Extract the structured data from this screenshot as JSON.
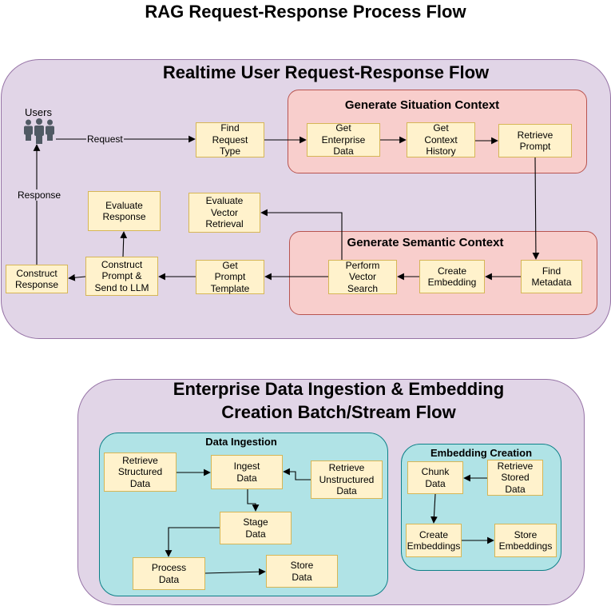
{
  "title": "RAG Request-Response Process Flow",
  "realtime": {
    "title": "Realtime User Request-Response Flow",
    "users_label": "Users",
    "request_label": "Request",
    "response_label": "Response",
    "situation_title": "Generate Situation Context",
    "semantic_title": "Generate Semantic Context",
    "nodes": {
      "find_request_type": "Find\nRequest\nType",
      "get_enterprise_data": "Get\nEnterprise\nData",
      "get_context_history": "Get\nContext\nHistory",
      "retrieve_prompt": "Retrieve\nPrompt",
      "find_metadata": "Find\nMetadata",
      "create_embedding": "Create\nEmbedding",
      "perform_vector_search": "Perform\nVector\nSearch",
      "evaluate_vector_retrieval": "Evaluate\nVector\nRetrieval",
      "get_prompt_template": "Get\nPrompt\nTemplate",
      "construct_prompt": "Construct\nPrompt &\nSend to LLM",
      "evaluate_response": "Evaluate\nResponse",
      "construct_response": "Construct\nResponse"
    }
  },
  "ingestion": {
    "title_line1": "Enterprise Data Ingestion & Embedding",
    "title_line2": "Creation Batch/Stream Flow",
    "data_ingestion_title": "Data Ingestion",
    "embedding_creation_title": "Embedding Creation",
    "nodes": {
      "retrieve_structured": "Retrieve\nStructured\nData",
      "ingest_data": "Ingest\nData",
      "retrieve_unstructured": "Retrieve\nUnstructured\nData",
      "stage_data": "Stage\nData",
      "process_data": "Process\nData",
      "store_data": "Store\nData",
      "chunk_data": "Chunk\nData",
      "retrieve_stored": "Retrieve\nStored\nData",
      "create_embeddings": "Create\nEmbeddings",
      "store_embeddings": "Store\nEmbeddings"
    }
  },
  "colors": {
    "group_fill": "#e1d5e7",
    "group_stroke": "#9673a6",
    "context_fill": "#f8cecc",
    "context_stroke": "#b85450",
    "subgroup_fill": "#b0e3e6",
    "subgroup_stroke": "#0e8088",
    "node_fill": "#fff2cc",
    "node_stroke": "#d6b656",
    "users_icon": "#505a64"
  },
  "icons": {
    "users": "users-icon"
  }
}
